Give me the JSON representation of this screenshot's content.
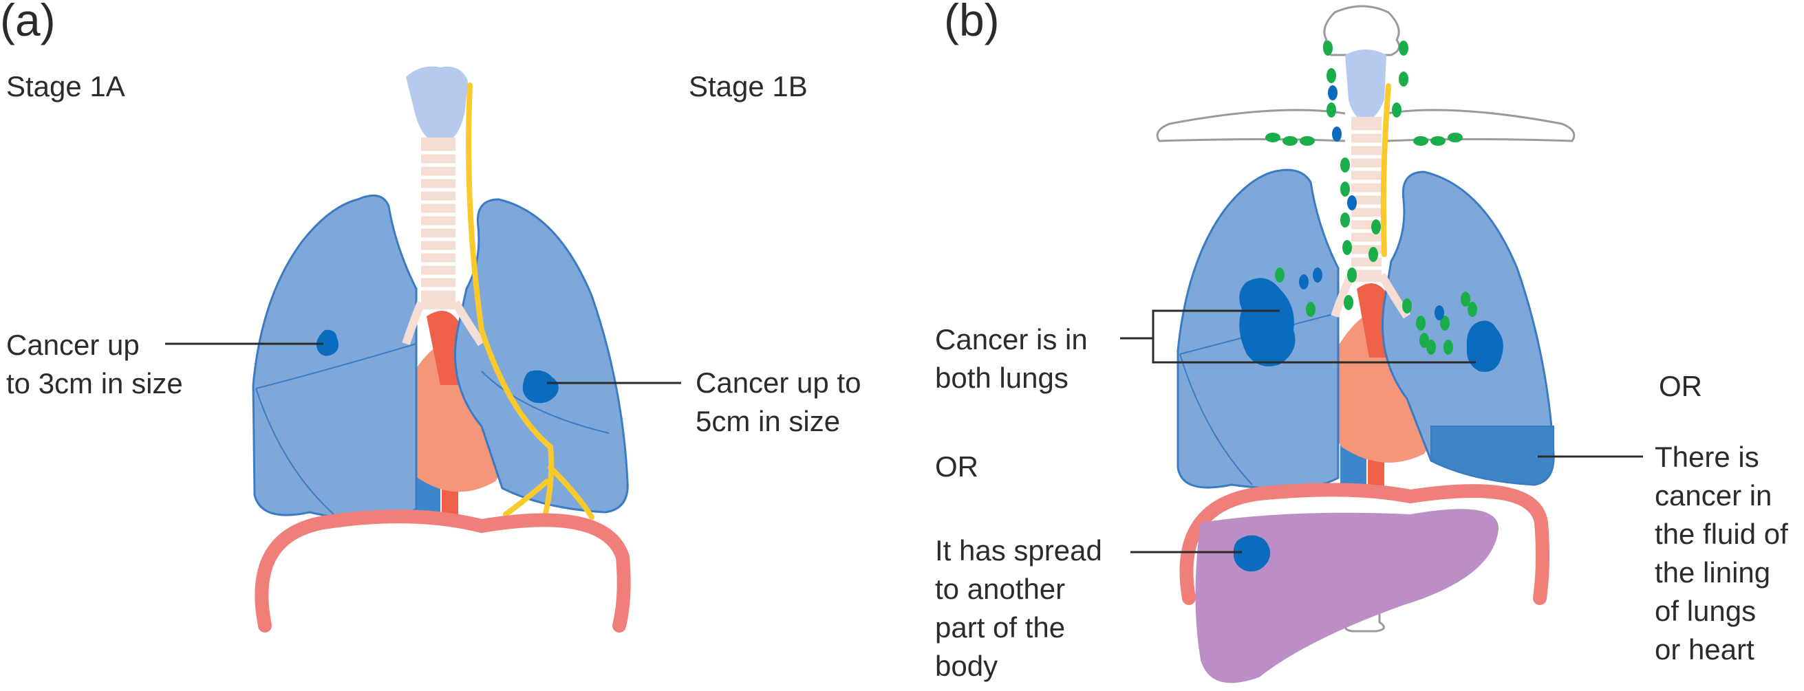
{
  "panels": {
    "a": "(a)",
    "b": "(b)"
  },
  "stage_labels": {
    "stage_1a": "Stage 1A",
    "stage_1b": "Stage 1B"
  },
  "annotations": {
    "cancer_3cm": "Cancer up\nto 3cm in size",
    "cancer_5cm": "Cancer up to\n5cm in size",
    "both_lungs": "Cancer is in\nboth lungs",
    "or_left": "OR",
    "spread": "It has spread\nto another\npart of the\nbody",
    "or_right": "OR",
    "fluid": "There is\ncancer in\nthe fluid of\nthe lining\nof lungs\nor heart"
  },
  "colors": {
    "lung": "#7fa8da",
    "lung_stroke": "#3a7bc4",
    "tumour": "#0a6bbf",
    "heart": "#f4967a",
    "artery": "#ee6148",
    "vein": "#3d86cc",
    "nerve": "#fac92c",
    "diaphragm": "#f07f7a",
    "liver": "#bb8fc5",
    "lymph_node": "#1aae4a",
    "trachea": "#f5ddd3",
    "fluid": "#3e85c5"
  }
}
